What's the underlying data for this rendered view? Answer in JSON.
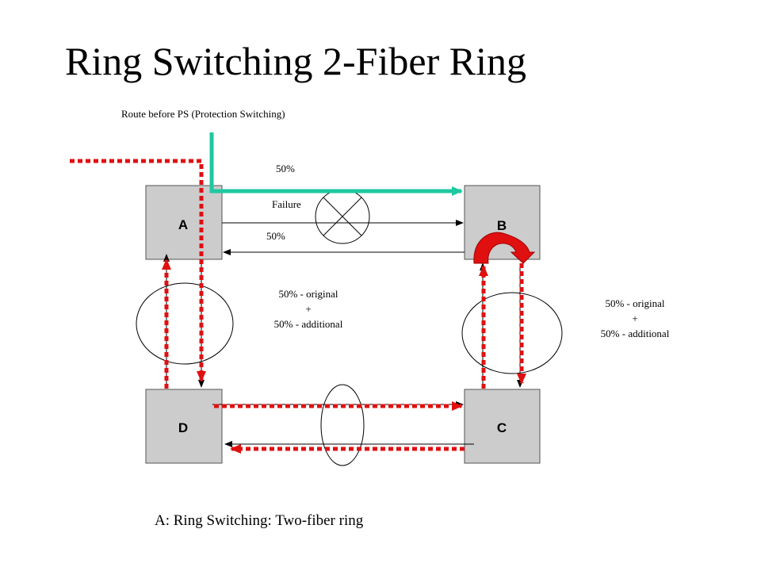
{
  "title": "Ring Switching 2-Fiber Ring",
  "caption": "A: Ring Switching: Two-fiber ring",
  "route_label": "Route before PS (Protection Switching)",
  "nodes": {
    "a": "A",
    "b": "B",
    "c": "C",
    "d": "D"
  },
  "labels": {
    "top_percent": "50%",
    "failure": "Failure",
    "bottom_percent": "50%",
    "left_original": "50% - original",
    "left_plus": "+",
    "left_additional": "50% - additional",
    "right_original": "50% - original",
    "right_plus": "+",
    "right_additional": "50% - additional"
  },
  "colors": {
    "node_fill": "#cccccc",
    "route": "#1ec8a0",
    "protection": "#e01010",
    "line": "#000000"
  }
}
